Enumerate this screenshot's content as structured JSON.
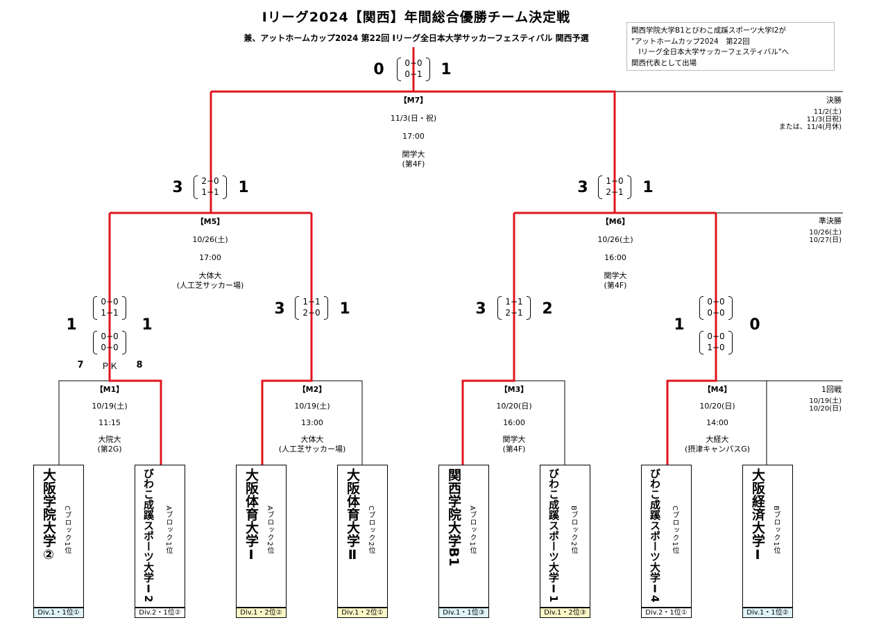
{
  "title": "Ⅰリーグ2024【関西】年間総合優勝チーム決定戦",
  "subtitle": "兼、アットホームカップ2024 第22回 Iリーグ全日本大学サッカーフェスティバル 関西予選",
  "note": [
    "関西学院大学B1とびわこ成蹊スポーツ大学I2が",
    "\"アットホームカップ2024　第22回",
    "　Iリーグ全日本大学サッカーフェスティバル\"へ",
    "関西代表として出場"
  ],
  "rounds": {
    "final": {
      "label": "決勝",
      "dates": [
        "11/2(土)",
        "11/3(日祝)",
        "または、11/4(月休)"
      ]
    },
    "semi": {
      "label": "準決勝",
      "dates": [
        "10/26(土)",
        "10/27(日)"
      ]
    },
    "first": {
      "label": "1回戦",
      "dates": [
        "10/19(土)",
        "10/20(日)"
      ]
    }
  },
  "matches": {
    "m7": {
      "code": "【M7】",
      "date": "11/3(日・祝)",
      "time": "17:00",
      "venue": "関学大",
      "venue2": "(第4F)",
      "score_left": "0",
      "score_right": "1",
      "half1": "0−0",
      "half2": "0−1"
    },
    "m5": {
      "code": "【M5】",
      "date": "10/26(土)",
      "time": "17:00",
      "venue": "大体大",
      "venue2": "(人工芝サッカー場)",
      "score_left": "3",
      "score_right": "1",
      "half1": "2−0",
      "half2": "1−1"
    },
    "m6": {
      "code": "【M6】",
      "date": "10/26(土)",
      "time": "16:00",
      "venue": "関学大",
      "venue2": "(第4F)",
      "score_left": "3",
      "score_right": "1",
      "half1": "1−0",
      "half2": "2−1"
    },
    "m1": {
      "code": "【M1】",
      "date": "10/19(土)",
      "time": "11:15",
      "venue": "大院大",
      "venue2": "(第2G)",
      "score_left": "1",
      "score_right": "1",
      "half1": "0−0",
      "half2": "1−1",
      "et1": "0−0",
      "et2": "0−0",
      "pk_left": "7",
      "pk_label": "ＰＫ",
      "pk_right": "8"
    },
    "m2": {
      "code": "【M2】",
      "date": "10/19(土)",
      "time": "13:00",
      "venue": "大体大",
      "venue2": "(人工芝サッカー場)",
      "score_left": "3",
      "score_right": "1",
      "half1": "1−1",
      "half2": "2−0"
    },
    "m3": {
      "code": "【M3】",
      "date": "10/20(日)",
      "time": "16:00",
      "venue": "関学大",
      "venue2": "(第4F)",
      "score_left": "3",
      "score_right": "2",
      "half1": "1−1",
      "half2": "2−1"
    },
    "m4": {
      "code": "【M4】",
      "date": "10/20(日)",
      "time": "14:00",
      "venue": "大経大",
      "venue2": "(摂津キャンパスG)",
      "score_left": "1",
      "score_right": "0",
      "half1": "0−0",
      "half2": "0−0",
      "et1": "0−0",
      "et2": "1−0"
    }
  },
  "teams": [
    {
      "name": "大阪学院大学②",
      "block": "Cブロック1位",
      "tag": "Div.1・1位①",
      "color": "#dff3f9"
    },
    {
      "name": "びわこ成蹊スポーツ大学Ⅰ2",
      "block": "Aブロック1位",
      "tag": "Div.2・1位②",
      "color": "#ffffff"
    },
    {
      "name": "大阪体育大学Ⅰ",
      "block": "Aブロック2位",
      "tag": "Div.1・2位②",
      "color": "#fdf7c8"
    },
    {
      "name": "大阪体育大学Ⅱ",
      "block": "Cブロック2位",
      "tag": "Div.1・2位①",
      "color": "#fdf7c8"
    },
    {
      "name": "関西学院大学B1",
      "block": "Aブロック1位",
      "tag": "Div.1・1位③",
      "color": "#dff3f9"
    },
    {
      "name": "びわこ成蹊スポーツ大学Ⅰ1",
      "block": "Bブロック2位",
      "tag": "Div.1・2位③",
      "color": "#fdf7c8"
    },
    {
      "name": "びわこ成蹊スポーツ大学Ⅰ4",
      "block": "Cブロック1位",
      "tag": "Div.2・1位①",
      "color": "#ffffff"
    },
    {
      "name": "大阪経済大学Ⅰ",
      "block": "Bブロック1位",
      "tag": "Div.1・1位②",
      "color": "#dff3f9"
    }
  ],
  "colors": {
    "winner_line": "#e0141c",
    "line": "#000000"
  }
}
